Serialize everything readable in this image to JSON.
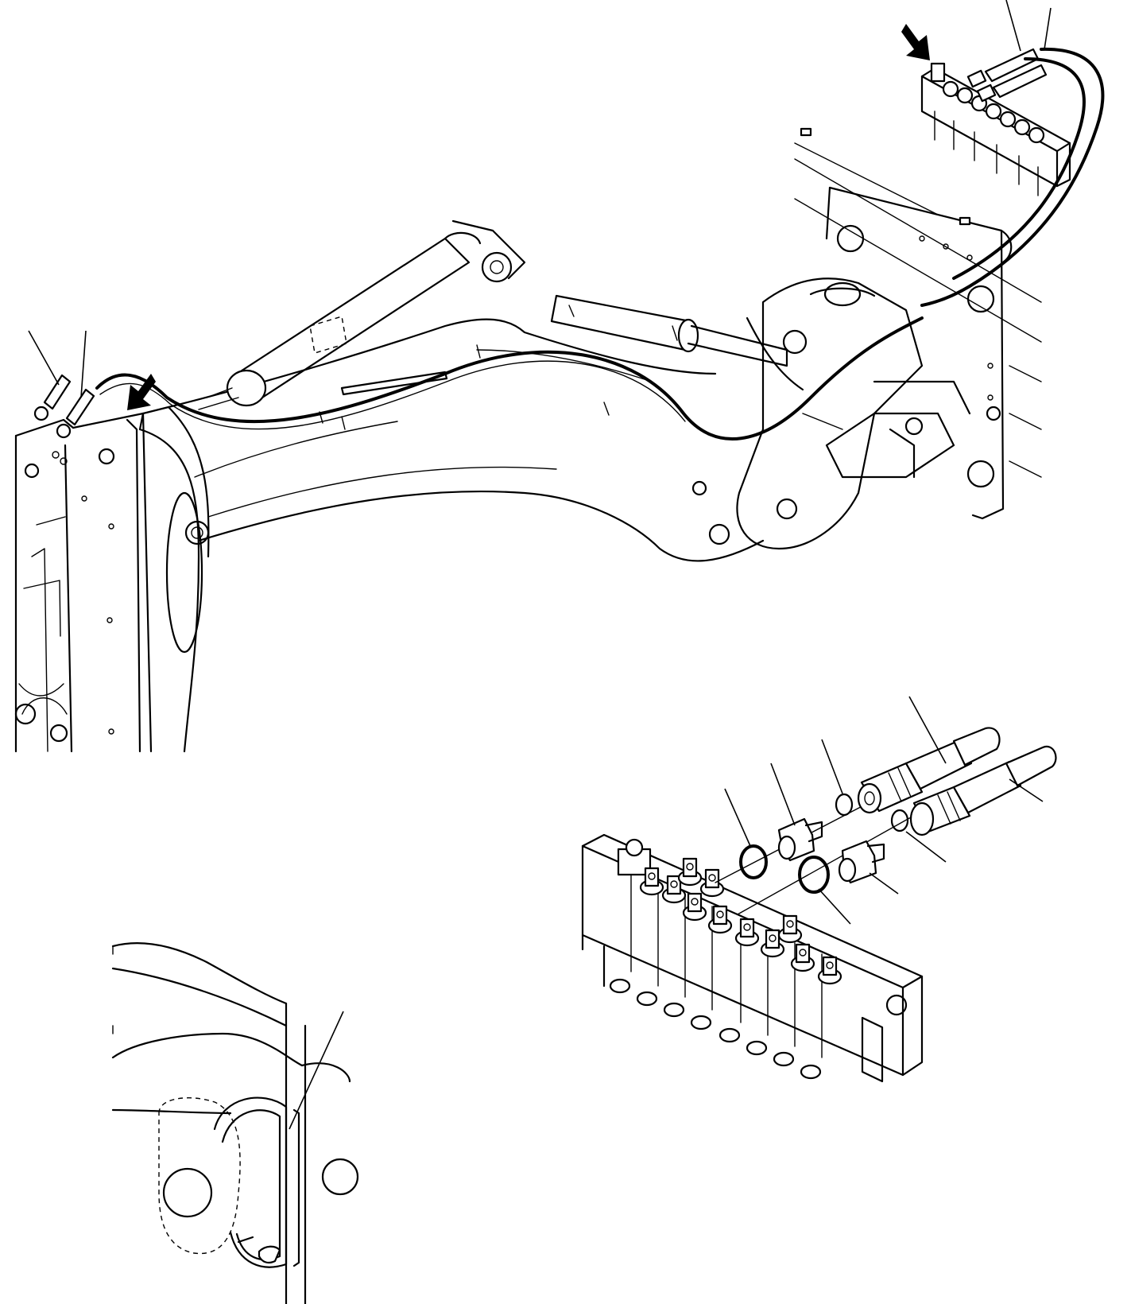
{
  "figure": {
    "style": "black-and-white technical line drawing",
    "panels": [
      "boom-overview",
      "control-valve-detail",
      "boom-foot-detail"
    ],
    "callout_labels_printed": false,
    "arrow_icon": "direction-arrow-icon"
  }
}
